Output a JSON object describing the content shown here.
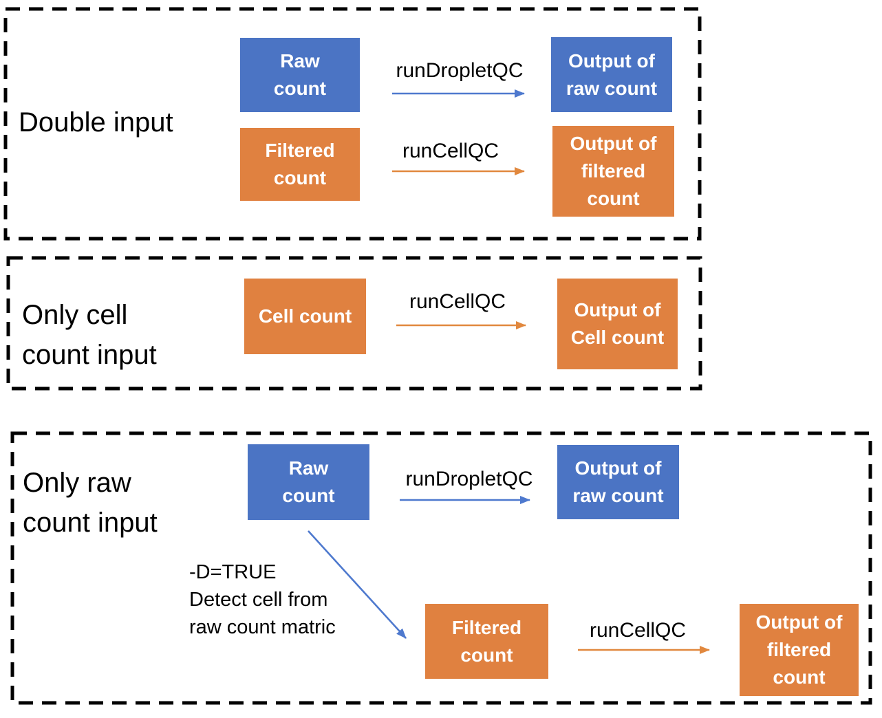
{
  "colors": {
    "background": "#FFFFFF",
    "border_black": "#000000",
    "text_black": "#000000",
    "box_text": "#FFFFFF",
    "box_blue": "#4B74C4",
    "box_orange": "#E08140",
    "arrow_blue": "#4E79CE",
    "arrow_orange": "#E1883E"
  },
  "sections": {
    "double_input": {
      "title": "Double input",
      "rows": [
        {
          "input": "Raw\ncount",
          "fn": "runDropletQC",
          "output": "Output of\nraw count"
        },
        {
          "input": "Filtered\ncount",
          "fn": "runCellQC",
          "output": "Output of\nfiltered\ncount"
        }
      ]
    },
    "cell_only": {
      "title": "Only cell\ncount input",
      "rows": [
        {
          "input": "Cell count",
          "fn": "runCellQC",
          "output": "Output of\nCell count"
        }
      ]
    },
    "raw_only": {
      "title": "Only raw\ncount input",
      "branch_note": "-D=TRUE\nDetect cell from\nraw count matric",
      "rows": [
        {
          "input": "Raw\ncount",
          "fn": "runDropletQC",
          "output": "Output of\nraw count"
        },
        {
          "input": "Filtered\ncount",
          "fn": "runCellQC",
          "output": "Output of\nfiltered\ncount"
        }
      ]
    }
  }
}
